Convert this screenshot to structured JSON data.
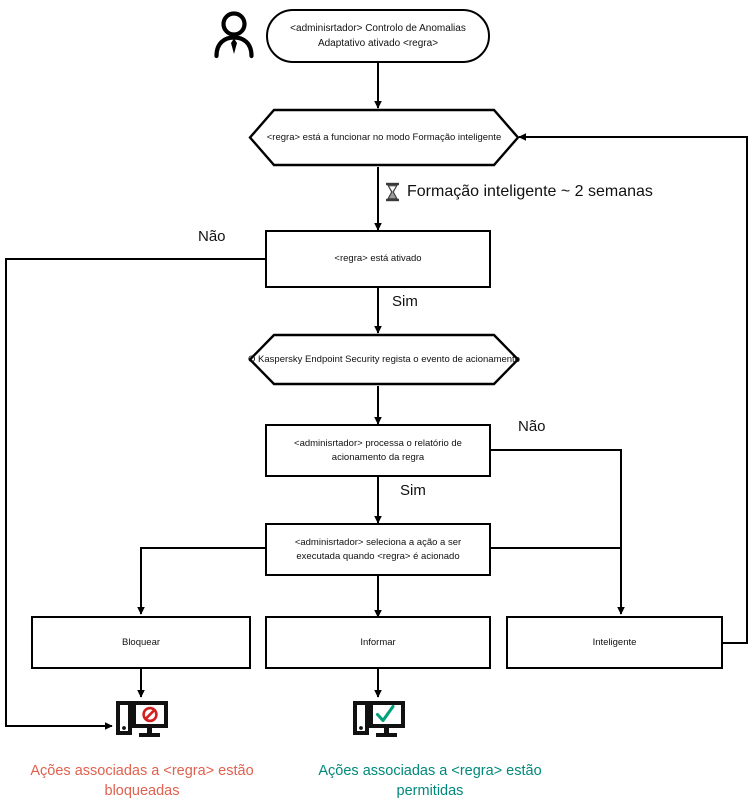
{
  "diagram": {
    "title": "Controlo de Anomalias Adaptativo - fluxo de regra",
    "colors": {
      "line": "#000000",
      "blocked_text": "#e0614f",
      "allowed_text": "#00897b",
      "block_icon": "#d32020",
      "check_icon": "#00a07a"
    }
  },
  "actor": {
    "icon": "person-icon",
    "label": ""
  },
  "nodes": {
    "start": {
      "shape": "stadium",
      "text": "<adminisrtador> Controlo de Anomalias Adaptativo ativado <regra>"
    },
    "smart_training_mode": {
      "shape": "hexagon",
      "text": "<regra> está a funcionar no modo Formação inteligente"
    },
    "rule_enabled": {
      "shape": "rect",
      "text": "<regra> está ativado"
    },
    "kes_logs_event": {
      "shape": "hexagon",
      "text": "O Kaspersky Endpoint Security regista o evento de acionamento"
    },
    "admin_processes_report": {
      "shape": "rect",
      "text": "<adminisrtador> processa o relatório de acionamento da regra"
    },
    "admin_selects_action": {
      "shape": "rect",
      "text": "<adminisrtador> seleciona a ação a ser executada quando <regra> é acionado"
    },
    "block": {
      "shape": "rect",
      "text": "Bloquear"
    },
    "inform": {
      "shape": "rect",
      "text": "Informar"
    },
    "smart": {
      "shape": "rect",
      "text": "Inteligente"
    }
  },
  "notes": {
    "training_duration": {
      "icon": "hourglass-icon",
      "text": "Formação inteligente ~ 2 semanas"
    }
  },
  "edge_labels": {
    "rule_enabled_no": "Não",
    "rule_enabled_yes": "Sim",
    "report_no": "Não",
    "report_yes": "Sim"
  },
  "outcomes": {
    "blocked": {
      "icon": "monitor-blocked-icon",
      "caption": "Ações associadas a <regra> estão bloqueadas"
    },
    "allowed": {
      "icon": "monitor-allowed-icon",
      "caption": "Ações associadas a <regra> estão permitidas"
    }
  }
}
